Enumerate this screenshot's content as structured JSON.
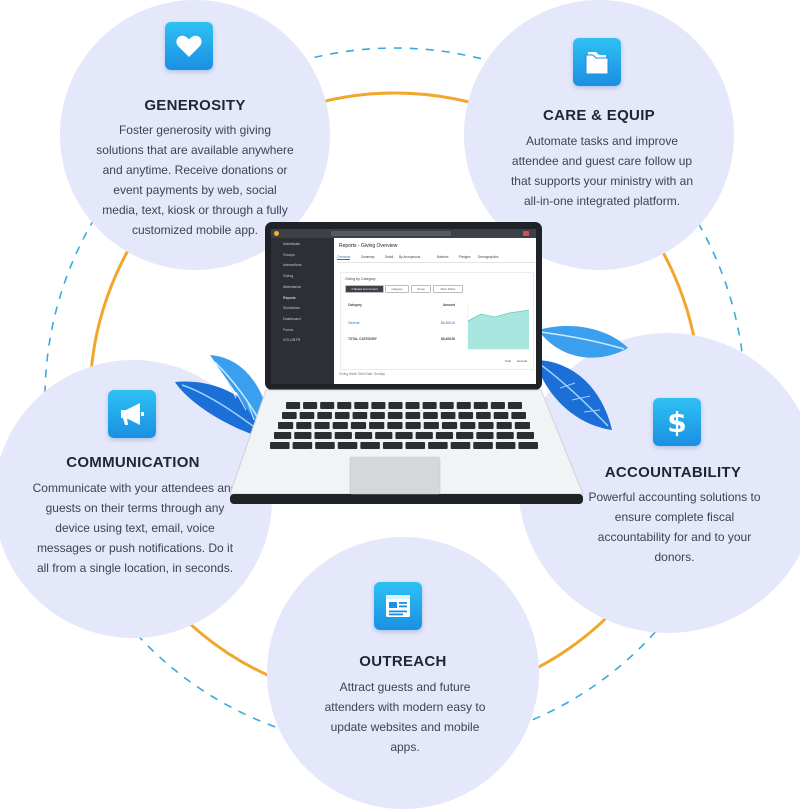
{
  "features": [
    {
      "id": "generosity",
      "title": "GENEROSITY",
      "icon": "heart-icon",
      "description": "Foster generosity with giving solutions that are available anywhere and anytime. Receive donations or event payments by web, social media, text, kiosk or through a fully customized mobile app."
    },
    {
      "id": "care-equip",
      "title": "CARE & EQUIP",
      "icon": "folder-icon",
      "description": "Automate tasks and improve attendee and guest care follow up that supports your ministry with an all-in-one integrated platform."
    },
    {
      "id": "communication",
      "title": "COMMUNICATION",
      "icon": "megaphone-icon",
      "description": "Communicate with your attendees and guests on their terms through any device using text, email, voice messages or push notifications. Do it all from a single location, in seconds."
    },
    {
      "id": "accountability",
      "title": "ACCOUNTABILITY",
      "icon": "dollar-icon",
      "description": "Powerful accounting solutions to ensure complete fiscal accountability for and to your donors."
    },
    {
      "id": "outreach",
      "title": "OUTREACH",
      "icon": "website-icon",
      "description": "Attract guests and future attenders with modern easy to update websites and mobile apps."
    }
  ],
  "colors": {
    "circle": "#e5e7fb",
    "ring": "#f1a72c",
    "dash": "#3aa9de",
    "icon": "#1f9be8",
    "leaf": "#2f8de6"
  },
  "screen": {
    "sidebar": [
      "Individuals",
      "Groups",
      "Interactions",
      "Giving",
      "Attendance",
      "Reports",
      "Schedules",
      "Dashboard",
      "Forms",
      "VOLUNTR"
    ],
    "page_title": "Reports - Giving Overview",
    "tabs": [
      "Overview",
      "Summary",
      "Detail",
      "By Anonymous",
      "Batches",
      "Pledges",
      "Demographics"
    ],
    "section": "Giving by Category",
    "filters": [
      "4 Weeks and Current",
      "Category",
      "Group",
      "More Filters"
    ],
    "table_headers": [
      "Category",
      "Amount"
    ],
    "table_rows": [
      [
        "General",
        "$6,465.00"
      ]
    ],
    "total": [
      "TOTAL CATEGORY",
      "$6,465.00"
    ],
    "footer": "Giving Week Start Date: Sunday",
    "legend": [
      "Total",
      "General"
    ]
  }
}
